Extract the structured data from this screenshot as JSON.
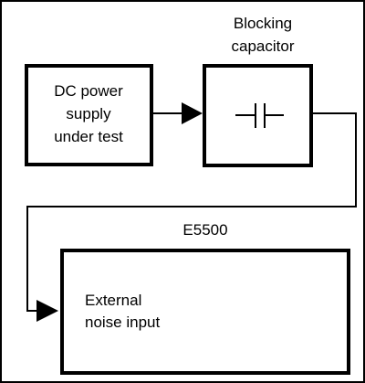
{
  "diagram": {
    "supply_box": {
      "lines": [
        "DC power",
        "supply",
        "under test"
      ]
    },
    "capacitor_label": {
      "lines": [
        "Blocking",
        "capacitor"
      ]
    },
    "analyzer_label": "E5500",
    "noise_input_box": {
      "lines": [
        "External",
        "noise input"
      ]
    }
  }
}
